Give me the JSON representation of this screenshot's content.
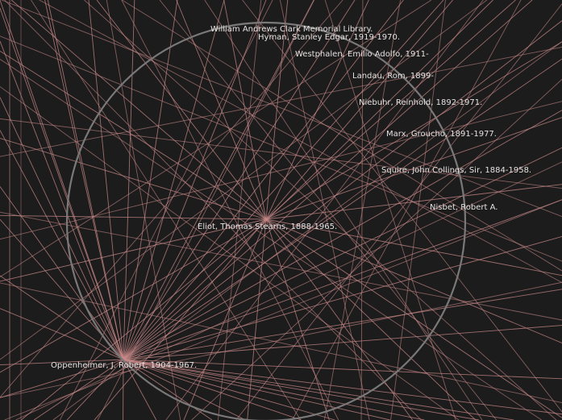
{
  "colors": {
    "background": "#1d1c1c",
    "edge": "#c98a8a",
    "circle": "#7a7878",
    "label": "#e6e2e2"
  },
  "labels": {
    "clark_library": "William Andrews Clark Memorial Library.",
    "hyman": "Hyman, Stanley Edgar, 1919-1970.",
    "westphalen": "Westphalen, Emilio Adolfo, 1911-",
    "landau": "Landau, Rom, 1899-",
    "niebuhr": "Niebuhr, Reinhold, 1892-1971.",
    "marx": "Marx, Groucho, 1891-1977.",
    "squire": "Squire, John Collings, Sir, 1884-1958.",
    "nisbet": "Nisbet, Robert A.",
    "eliot": "Eliot, Thomas Stearns, 1888-1965.",
    "oppenheimer": "Oppenheimer, J. Robert, 1904-1967."
  }
}
